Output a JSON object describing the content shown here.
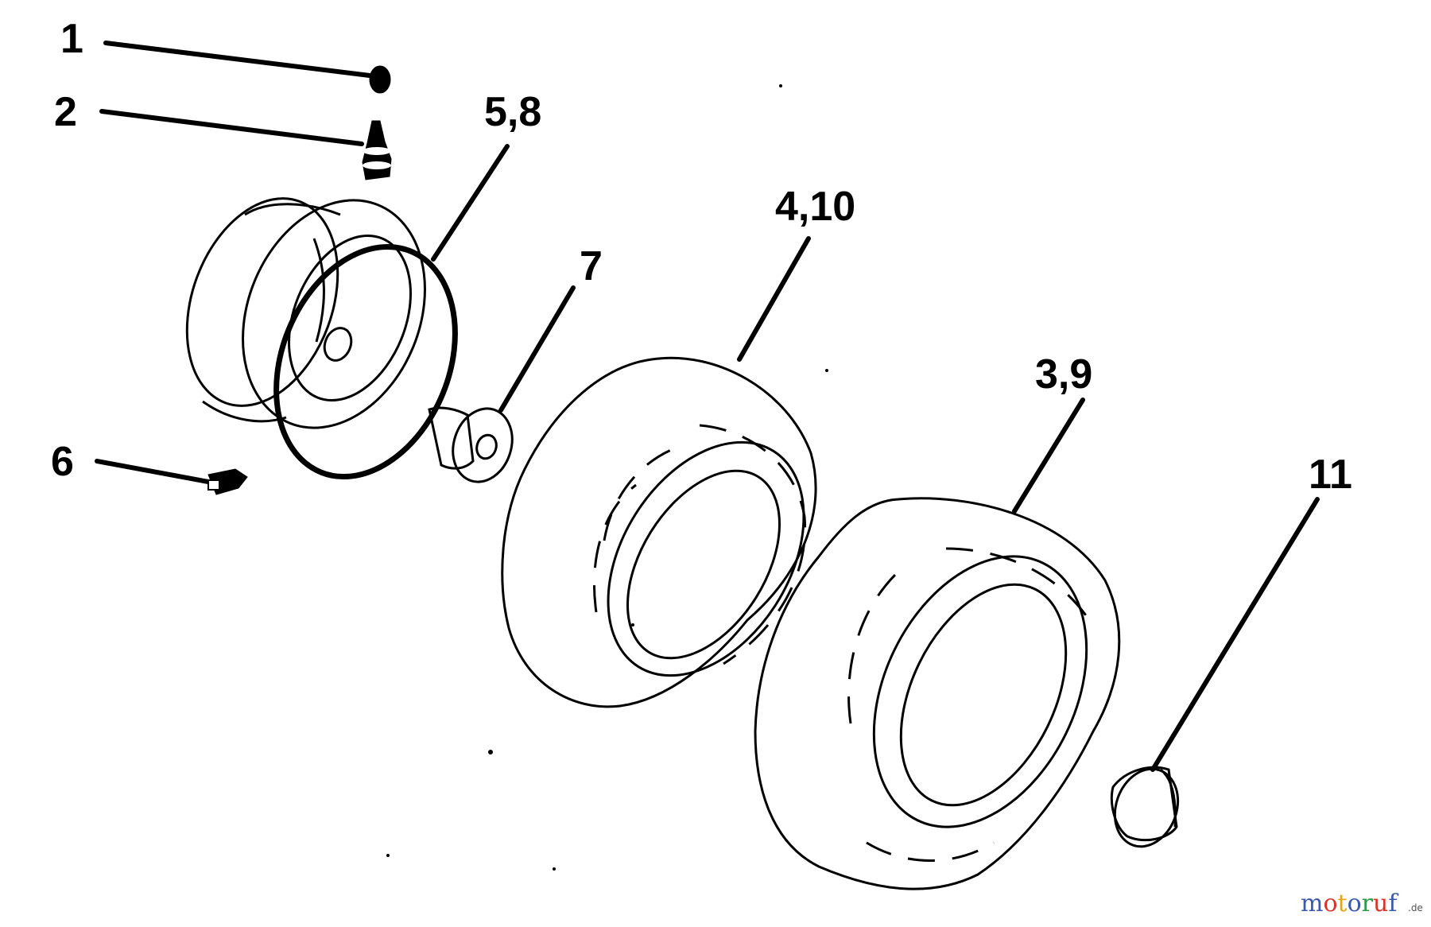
{
  "callouts": {
    "item_1": "1",
    "item_2": "2",
    "item_5_8": "5,8",
    "item_4_10": "4,10",
    "item_7": "7",
    "item_3_9": "3,9",
    "item_6": "6",
    "item_11": "11"
  },
  "watermark": {
    "letters": [
      "m",
      "o",
      "t",
      "o",
      "r",
      "u",
      "f"
    ],
    "letter_colors": [
      "#3b5aa8",
      "#d9362b",
      "#e8a317",
      "#3b5aa8",
      "#2e9a46",
      "#d9362b",
      "#3b5aa8"
    ],
    "suffix": ".de"
  }
}
